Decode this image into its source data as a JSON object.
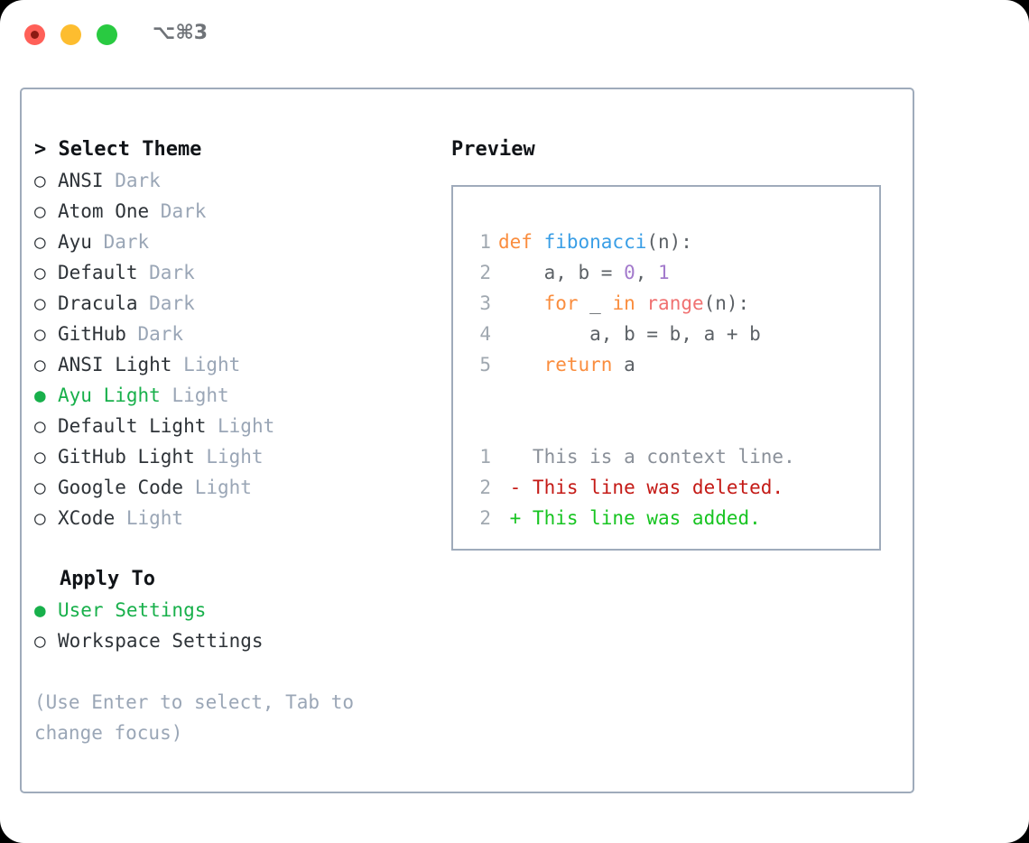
{
  "titlebar": {
    "shortcut": "⌥⌘3",
    "buttons": [
      {
        "name": "close",
        "color": "#ff6058"
      },
      {
        "name": "minimize",
        "color": "#fdbd2f"
      },
      {
        "name": "maximize",
        "color": "#29ca41"
      }
    ]
  },
  "accent_color": "#18b04b",
  "border_color": "#9fabbb",
  "muted_color": "#9aa6b6",
  "theme_section": {
    "title": "> Select Theme",
    "items": [
      {
        "bullet": "○",
        "label": "ANSI",
        "kind": "Dark",
        "selected": false
      },
      {
        "bullet": "○",
        "label": "Atom One",
        "kind": "Dark",
        "selected": false
      },
      {
        "bullet": "○",
        "label": "Ayu",
        "kind": "Dark",
        "selected": false
      },
      {
        "bullet": "○",
        "label": "Default",
        "kind": "Dark",
        "selected": false
      },
      {
        "bullet": "○",
        "label": "Dracula",
        "kind": "Dark",
        "selected": false
      },
      {
        "bullet": "○",
        "label": "GitHub",
        "kind": "Dark",
        "selected": false
      },
      {
        "bullet": "○",
        "label": "ANSI Light",
        "kind": "Light",
        "selected": false
      },
      {
        "bullet": "●",
        "label": "Ayu Light",
        "kind": "Light",
        "selected": true
      },
      {
        "bullet": "○",
        "label": "Default Light",
        "kind": "Light",
        "selected": false
      },
      {
        "bullet": "○",
        "label": "GitHub Light",
        "kind": "Light",
        "selected": false
      },
      {
        "bullet": "○",
        "label": "Google Code",
        "kind": "Light",
        "selected": false
      },
      {
        "bullet": "○",
        "label": "XCode",
        "kind": "Light",
        "selected": false
      }
    ]
  },
  "apply_section": {
    "title": "Apply To",
    "items": [
      {
        "bullet": "●",
        "label": "User Settings",
        "kind": "",
        "selected": true
      },
      {
        "bullet": "○",
        "label": "Workspace Settings",
        "kind": "",
        "selected": false
      }
    ]
  },
  "hint": "(Use Enter to select, Tab to change focus)",
  "preview": {
    "title": "Preview",
    "code_lines": [
      {
        "num": "1",
        "tokens": [
          {
            "t": "def ",
            "c": "kw"
          },
          {
            "t": "fibonacci",
            "c": "fn"
          },
          {
            "t": "(n):",
            "c": "txt"
          }
        ]
      },
      {
        "num": "2",
        "tokens": [
          {
            "t": "    a, b = ",
            "c": "txt"
          },
          {
            "t": "0",
            "c": "num"
          },
          {
            "t": ", ",
            "c": "txt"
          },
          {
            "t": "1",
            "c": "num"
          }
        ]
      },
      {
        "num": "3",
        "tokens": [
          {
            "t": "    ",
            "c": "txt"
          },
          {
            "t": "for",
            "c": "kw"
          },
          {
            "t": " _ ",
            "c": "txt"
          },
          {
            "t": "in",
            "c": "kw"
          },
          {
            "t": " ",
            "c": "txt"
          },
          {
            "t": "range",
            "c": "bi"
          },
          {
            "t": "(n):",
            "c": "txt"
          }
        ]
      },
      {
        "num": "4",
        "tokens": [
          {
            "t": "        a, b = b, a + b",
            "c": "txt"
          }
        ]
      },
      {
        "num": "5",
        "tokens": [
          {
            "t": "    ",
            "c": "txt"
          },
          {
            "t": "return",
            "c": "kw"
          },
          {
            "t": " a",
            "c": "txt"
          }
        ]
      }
    ],
    "diff_lines": [
      {
        "num": "1",
        "marker": " ",
        "text": " This is a context line.",
        "kind": "ctx"
      },
      {
        "num": "2",
        "marker": "-",
        "text": " This line was deleted.",
        "kind": "del"
      },
      {
        "num": "2",
        "marker": "+",
        "text": " This line was added.",
        "kind": "add"
      }
    ],
    "syntax_colors": {
      "keyword": "#fa8d3e",
      "function": "#399ee6",
      "number": "#a37acc",
      "builtin": "#f07171",
      "text": "#5c6166",
      "linenumber": "#a0a8b0",
      "diff_context": "#8a9099",
      "diff_deleted": "#c41a16",
      "diff_added": "#17c421"
    }
  }
}
